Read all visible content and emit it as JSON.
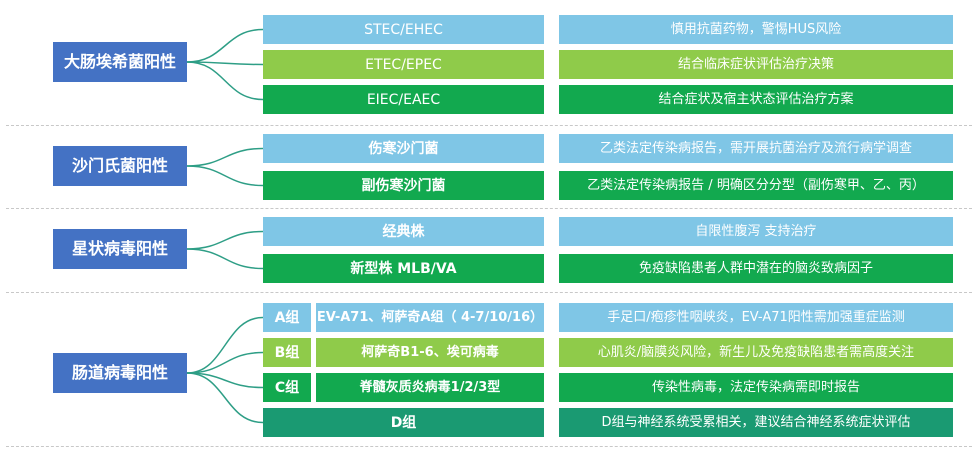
{
  "colors": {
    "category": "#4472c4",
    "light_blue": "#7fc6e6",
    "light_green": "#8fcb4a",
    "green": "#12a94f",
    "teal": "#1a9a72",
    "connector": "#2e9e86",
    "divider": "#c8c8c8"
  },
  "groups": [
    {
      "category": "大肠埃希菌阳性",
      "rows": [
        {
          "label": "STEC/EHEC",
          "desc": "慎用抗菌药物，警惕HUS风险",
          "color": "light_blue"
        },
        {
          "label": "ETEC/EPEC",
          "desc": "结合临床症状评估治疗决策",
          "color": "light_green"
        },
        {
          "label": "EIEC/EAEC",
          "desc": "结合症状及宿主状态评估治疗方案",
          "color": "green"
        }
      ]
    },
    {
      "category": "沙门氏菌阳性",
      "rows": [
        {
          "label": "伤寒沙门菌",
          "desc": "乙类法定传染病报告，需开展抗菌治疗及流行病学调查",
          "color": "light_blue"
        },
        {
          "label": "副伤寒沙门菌",
          "desc": "乙类法定传染病报告 / 明确区分分型（副伤寒甲、乙、丙）",
          "color": "green"
        }
      ]
    },
    {
      "category": "星状病毒阳性",
      "rows": [
        {
          "label": "经典株",
          "desc": "自限性腹泻  支持治疗",
          "color": "light_blue"
        },
        {
          "label": "新型株 MLB/VA",
          "desc": "免疫缺陷患者人群中潜在的脑炎致病因子",
          "color": "green"
        }
      ]
    },
    {
      "category": "肠道病毒阳性",
      "rows": [
        {
          "tag": "A组",
          "label": "EV-A71、柯萨奇A组（ 4-7/10/16）",
          "desc": "手足口/疱疹性咽峡炎，EV-A71阳性需加强重症监测",
          "color": "light_blue"
        },
        {
          "tag": "B组",
          "label": "柯萨奇B1-6、埃可病毒",
          "desc": "心肌炎/脑膜炎风险，新生儿及免疫缺陷患者需高度关注",
          "color": "light_green"
        },
        {
          "tag": "C组",
          "label": "脊髓灰质炎病毒1/2/3型",
          "desc": "传染性病毒，法定传染病需即时报告",
          "color": "green"
        },
        {
          "label": "D组",
          "desc": "D组与神经系统受累相关，建议结合神经系统症状评估",
          "color": "teal"
        }
      ]
    }
  ]
}
